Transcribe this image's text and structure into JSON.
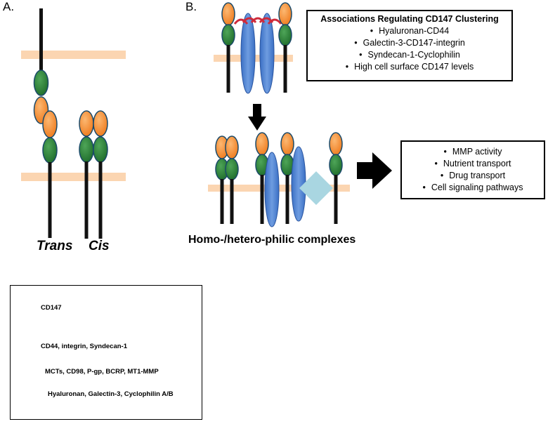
{
  "panels": {
    "a_label": "A.",
    "b_label": "B."
  },
  "panel_a": {
    "trans_label": "Trans",
    "cis_label": "Cis"
  },
  "panel_b": {
    "complex_label": "Homo-/hetero-philic complexes",
    "associations_box": {
      "title": "Associations Regulating  CD147 Clustering",
      "items": [
        "Hyaluronan-CD44",
        "Galectin-3-CD147-integrin",
        "Syndecan-1-Cyclophilin",
        "High cell surface CD147 levels"
      ]
    },
    "outcomes_box": {
      "items": [
        "MMP activity",
        "Nutrient transport",
        "Drug transport",
        "Cell signaling pathways"
      ]
    }
  },
  "legend": {
    "items": [
      {
        "symbol": "cd147",
        "label": "CD147"
      },
      {
        "symbol": "blue-ellipse",
        "label": "CD44, integrin, Syndecan-1"
      },
      {
        "symbol": "cyan-diamond",
        "label": "MCTs, CD98, P-gp, BCRP, MT1-MMP"
      },
      {
        "symbol": "red-arc",
        "label": "Hyaluronan, Galectin-3, Cyclophilin A/B"
      }
    ]
  },
  "colors": {
    "membrane": "#fbd5b1",
    "orange_domain": "#f28a2c",
    "green_domain": "#2f8a3a",
    "stalk": "#111111",
    "blue_partner": "#4a7fd1",
    "cyan_partner": "#a9d6e1",
    "red_ligand": "#cf2a3a"
  }
}
